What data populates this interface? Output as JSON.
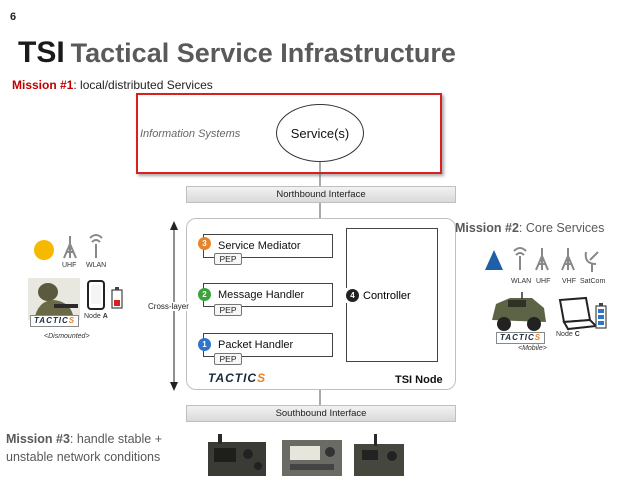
{
  "slide": {
    "number": "6"
  },
  "title": {
    "main": "TSI",
    "sub": "Tactical Service Infrastructure"
  },
  "missions": {
    "m1": {
      "name": "Mission #1",
      "desc": ": local/distributed Services"
    },
    "m2": {
      "name": "Mission #2",
      "desc": ": Core Services"
    },
    "m3": {
      "name": "Mission #3",
      "desc": ": handle stable +",
      "desc2": "unstable network conditions"
    }
  },
  "info_systems": "Information Systems",
  "service": "Service(s)",
  "interfaces": {
    "north": "Northbound Interface",
    "south": "Southbound Interface"
  },
  "layers": [
    {
      "num": "3",
      "label": "Service Mediator",
      "pep": "PEP",
      "color": "#e8842a"
    },
    {
      "num": "2",
      "label": "Message Handler",
      "pep": "PEP",
      "color": "#3aa33a"
    },
    {
      "num": "1",
      "label": "Packet Handler",
      "pep": "PEP",
      "color": "#2e74c9"
    }
  ],
  "controller": {
    "num": "4",
    "label": "Controller",
    "color": "#222222"
  },
  "crosslayer": "Cross-layer",
  "tsi_node": "TSI Node",
  "logo": {
    "main": "TACTIC",
    "accent": "S"
  },
  "dismounted": {
    "radios": [
      "UHF",
      "WLAN"
    ],
    "node_prefix": "Node ",
    "node_id": "A",
    "label": "<Dismounted>"
  },
  "mobile": {
    "radios": [
      "WLAN",
      "UHF",
      "VHF",
      "SatCom"
    ],
    "node_prefix": "Node ",
    "node_id": "C",
    "label": "<Mobile>"
  },
  "colors": {
    "accent_red": "#c00000",
    "box_red": "#d92020",
    "gray_text": "#595959",
    "logo_orange": "#e8842a",
    "logo_navy": "#1b2a3c"
  }
}
